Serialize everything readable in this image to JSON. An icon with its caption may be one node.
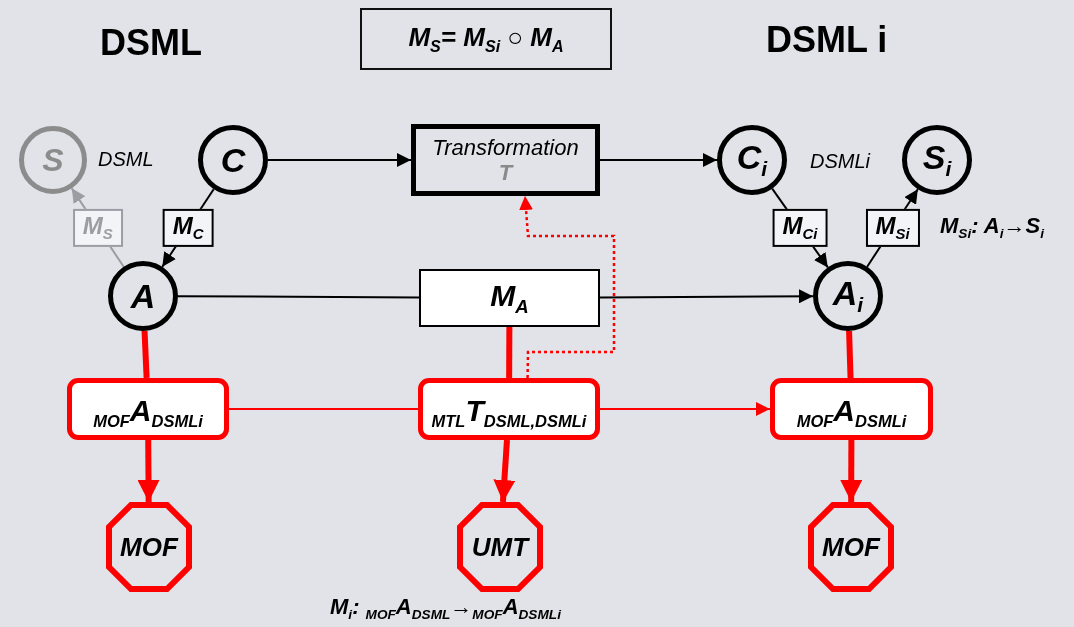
{
  "diagram": {
    "nodes": [
      {
        "text": [
          "M$_{S}$= M$_{Si}$ ○ M$_{A}$"
        ]
      },
      {
        "text": [
          "S"
        ]
      },
      {
        "text": [
          "C"
        ]
      },
      {
        "text": [
          "Transformation",
          "T"
        ]
      },
      {
        "text": [
          "C$_{i}$"
        ]
      },
      {
        "text": [
          "S$_{i}$"
        ]
      },
      {
        "text": [
          "A"
        ]
      },
      {
        "text": [
          "M$_{A}$"
        ]
      },
      {
        "text": [
          "A$_{i}$"
        ]
      },
      {
        "text": [
          "$_{MOF}$A$_{DSMLi}$"
        ]
      },
      {
        "text": [
          "$_{MTL}$T$_{DSML,DSMLi}$"
        ]
      },
      {
        "text": [
          "$_{MOF}$A$_{DSMLi}$"
        ]
      },
      {
        "text": [
          "MOF"
        ]
      },
      {
        "text": [
          "UMT"
        ]
      },
      {
        "text": [
          "MOF"
        ]
      }
    ],
    "edges": [
      {
        "from": 2,
        "to": 3,
        "arrow": "to",
        "color": "#000000"
      },
      {
        "from": 3,
        "to": 4,
        "arrow": "to",
        "color": "#000000"
      },
      {
        "from": 2,
        "to": 6,
        "arrow": "to",
        "label": "M$_{C}$",
        "color": "#000000"
      },
      {
        "from": 6,
        "to": 1,
        "arrow": "to",
        "label": "M$_{S}$",
        "color": "#9c9da3"
      },
      {
        "from": 4,
        "to": 8,
        "arrow": "to",
        "label": "M$_{Ci}$",
        "color": "#000000"
      },
      {
        "from": 8,
        "to": 5,
        "arrow": "to",
        "label": "M$_{Si}$",
        "color": "#000000"
      },
      {
        "from": 6,
        "to": 7,
        "arrow": "none",
        "color": "#000000"
      },
      {
        "from": 7,
        "to": 8,
        "arrow": "to",
        "color": "#000000"
      },
      {
        "from": 6,
        "to": 9,
        "arrow": "none",
        "style": "thick"
      },
      {
        "from": 7,
        "to": 10,
        "arrow": "none",
        "style": "thick"
      },
      {
        "from": 8,
        "to": 11,
        "arrow": "none",
        "style": "thick"
      },
      {
        "from": 9,
        "to": 10,
        "arrow": "none"
      },
      {
        "from": 10,
        "to": 11,
        "arrow": "to"
      },
      {
        "from": 10,
        "to": 3,
        "arrow": "to",
        "style": "dashed"
      },
      {
        "from": 9,
        "to": 12,
        "arrow": "to",
        "style": "thick"
      },
      {
        "from": 10,
        "to": 13,
        "arrow": "to",
        "style": "thick"
      },
      {
        "from": 11,
        "to": 14,
        "arrow": "to",
        "style": "thick"
      }
    ],
    "labels": [
      "DSML",
      "DSML i",
      "DSML",
      "DSMLi",
      "M$_{Si}$: A$_{i}$→S$_{i}$",
      "M$_{i}$: $_{MOF}$A$_{DSML}$→$_{MOF}$A$_{DSMLi}$"
    ]
  }
}
